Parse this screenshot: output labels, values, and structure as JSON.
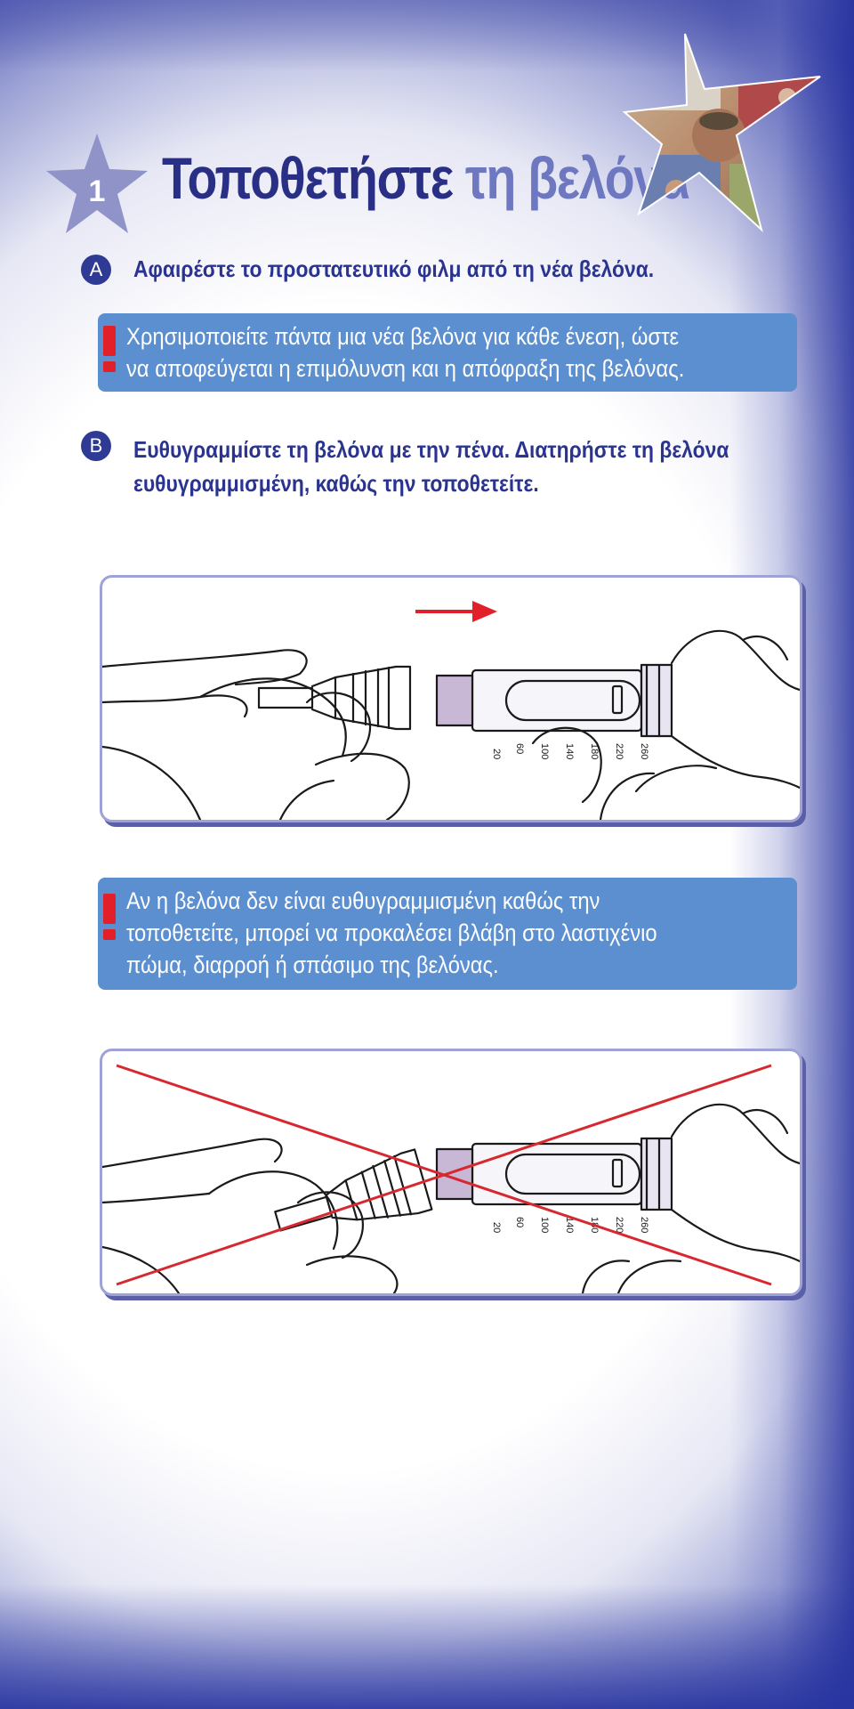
{
  "header": {
    "step_number": "1",
    "title_part1": "Τοποθετήστε",
    "title_part2": "τη βελόνα"
  },
  "steps": [
    {
      "badge": "A",
      "lines": [
        "Αφαιρέστε το προστατευτικό φιλμ από τη νέα βελόνα."
      ]
    },
    {
      "badge": "B",
      "lines": [
        "Ευθυγραμμίστε τη βελόνα με την πένα. Διατηρήστε τη βελόνα",
        "ευθυγραμμισμένη, καθώς την τοποθετείτε."
      ]
    }
  ],
  "warnings": [
    {
      "lines": [
        "Χρησιμοποιείτε πάντα μια νέα βελόνα για κάθε ένεση, ώστε",
        "να αποφεύγεται η επιμόλυνση και η απόφραξη της βελόνας."
      ]
    },
    {
      "lines": [
        "Αν η βελόνα δεν είναι ευθυγραμμισμένη καθώς την",
        "τοποθετείτε, μπορεί να προκαλέσει βλάβη στο λαστιχένιο",
        "πώμα, διαρροή ή σπάσιμο της βελόνας."
      ]
    }
  ],
  "pen_scale": [
    "20",
    "60",
    "100",
    "140",
    "180",
    "220",
    "260"
  ],
  "colors": {
    "title_dark": "#2a2f86",
    "title_light": "#6d78c0",
    "warning_box": "#5b8fd0",
    "warning_mark": "#e1202a",
    "arrow": "#e1202a",
    "cross": "#d8282f"
  },
  "icons": {
    "step_star": "star-icon",
    "warning": "exclamation-icon",
    "direction": "arrow-right-icon",
    "incorrect": "cross-icon"
  }
}
